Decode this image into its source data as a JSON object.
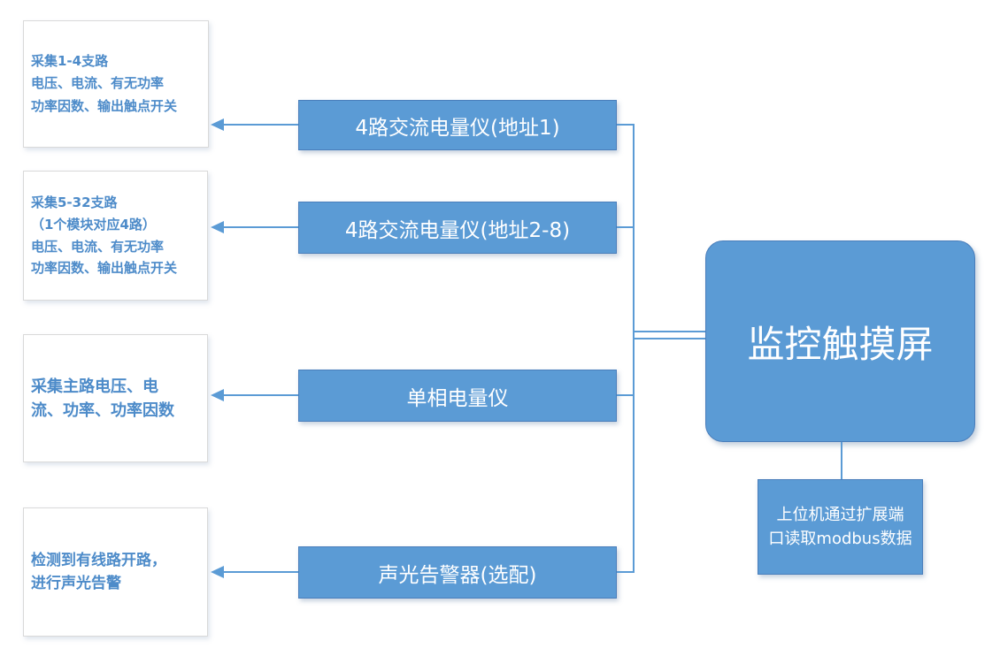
{
  "diagram": {
    "left_boxes": [
      {
        "lines": [
          "采集1-4支路",
          "电压、电流、有无功率",
          "功率因数、输出触点开关"
        ]
      },
      {
        "lines": [
          "采集5-32支路",
          "（1个模块对应4路）",
          "电压、电流、有无功率",
          "功率因数、输出触点开关"
        ]
      },
      {
        "lines": [
          "采集主路电压、电",
          "流、功率、功率因数"
        ]
      },
      {
        "lines": [
          "检测到有线路开路，",
          "进行声光告警"
        ]
      }
    ],
    "device_boxes": [
      {
        "label": "4路交流电量仪(地址1)"
      },
      {
        "label": "4路交流电量仪(地址2-8)"
      },
      {
        "label": "单相电量仪"
      },
      {
        "label": "声光告警器(选配)"
      }
    ],
    "main_box": {
      "label": "监控触摸屏"
    },
    "note_box": {
      "lines": [
        "上位机通过扩展端",
        "口读取modbus数据"
      ]
    },
    "colors": {
      "box_fill": "#5b9bd5",
      "box_border": "#4a7ebb",
      "connector": "#5b9bd5",
      "left_text": "#4d8bc9",
      "left_box_border": "#d9d9d9",
      "background": "#ffffff"
    }
  }
}
